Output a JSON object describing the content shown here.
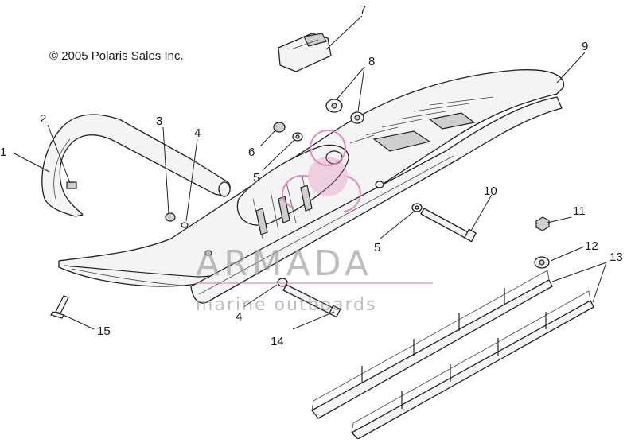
{
  "copyright": "© 2005 Polaris Sales Inc.",
  "watermark": {
    "brand": "ARMADA",
    "tagline": "marine outboards",
    "accent_color": "#e07ab0",
    "text_color": "#9a9a9a"
  },
  "callouts": {
    "c1": "1",
    "c2": "2",
    "c3": "3",
    "c4a": "4",
    "c4b": "4",
    "c5a": "5",
    "c5b": "5",
    "c6": "6",
    "c7": "7",
    "c8": "8",
    "c9": "9",
    "c10": "10",
    "c11": "11",
    "c12": "12",
    "c13": "13",
    "c14": "14",
    "c15": "15"
  }
}
